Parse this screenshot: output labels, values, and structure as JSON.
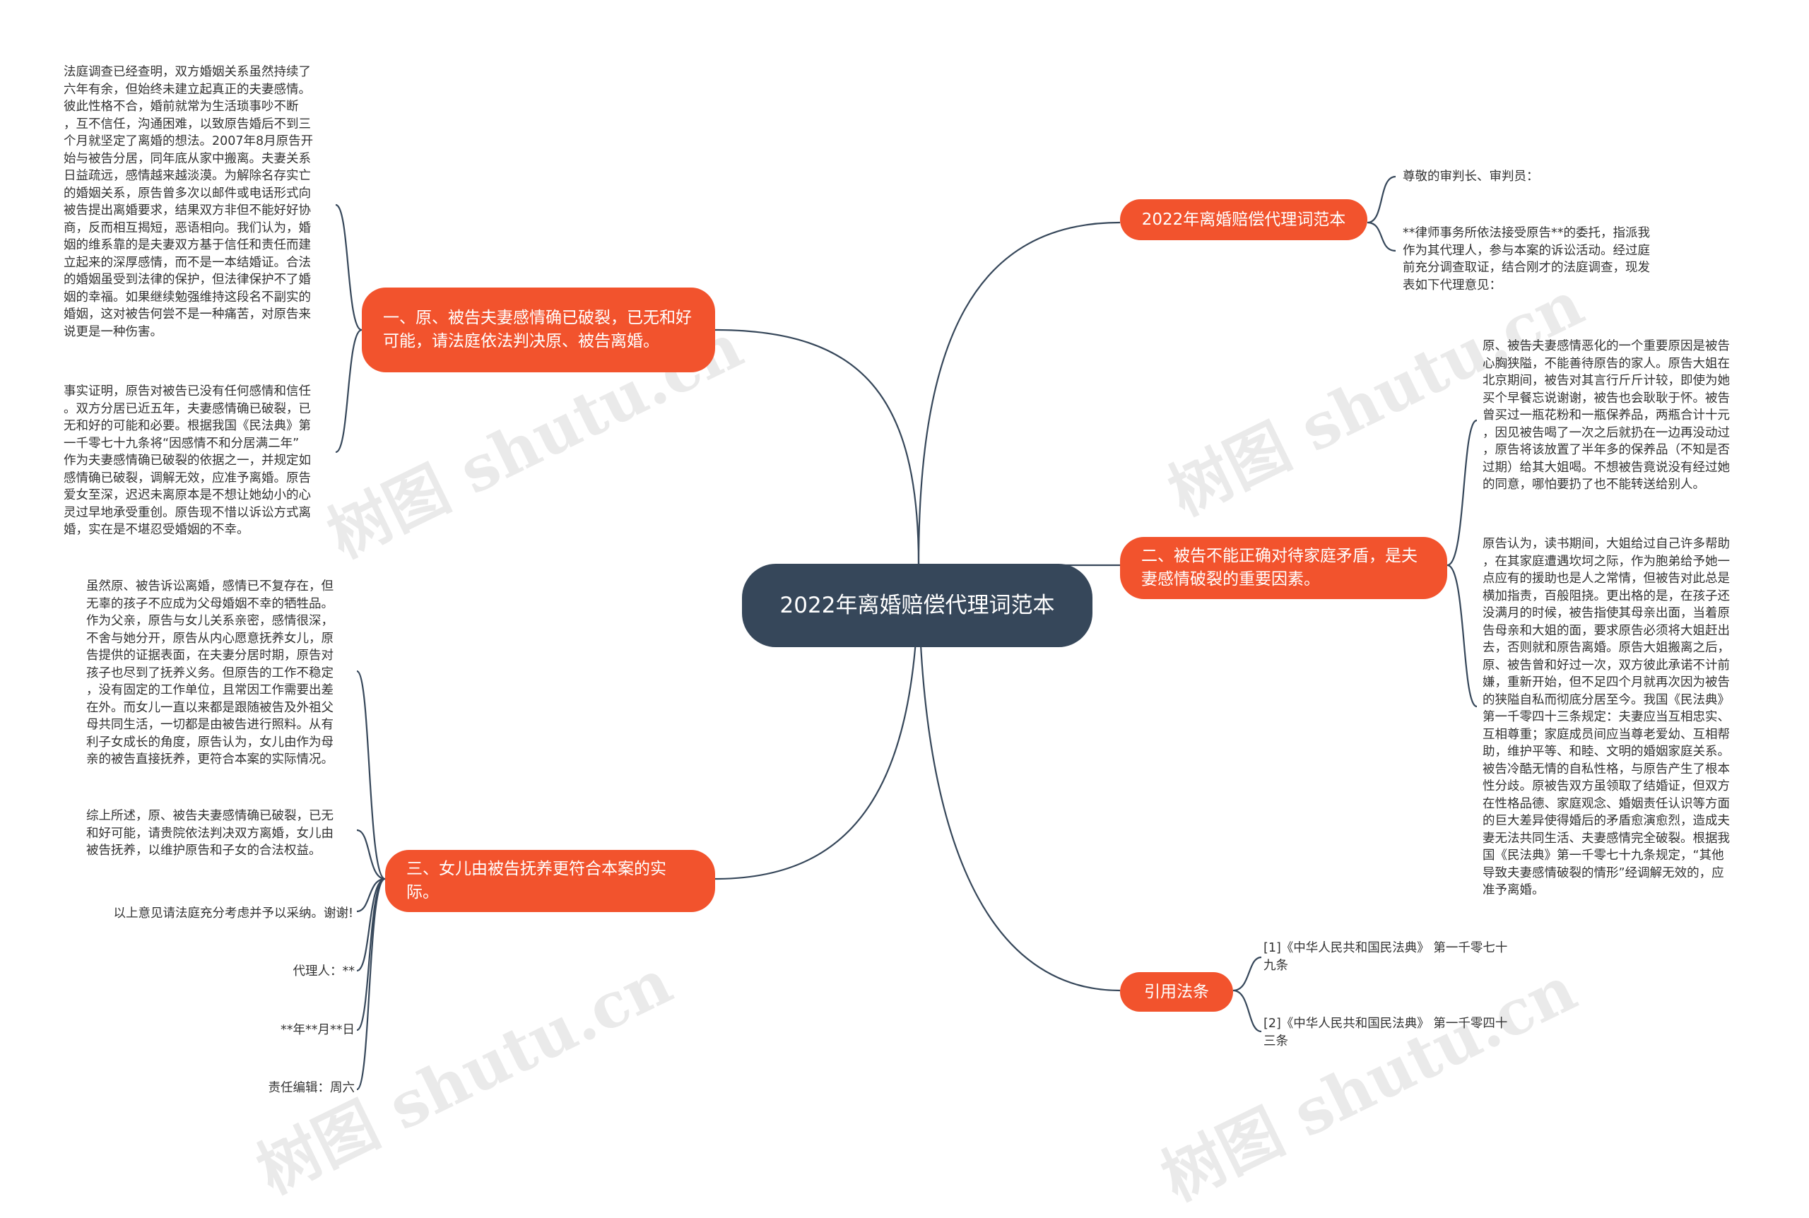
{
  "colors": {
    "center": "#36475a",
    "branch": "#f2532d",
    "line": "#36475a",
    "leaf_text": "#333333"
  },
  "center": {
    "title": "2022年离婚赔偿代理词范本"
  },
  "branches": {
    "b1": {
      "label": "2022年离婚赔偿代理词范本"
    },
    "b2": {
      "label": "二、被告不能正确对待家庭矛盾，是夫妻感情破裂的重要因素。"
    },
    "b3": {
      "label": "引用法条"
    },
    "b4": {
      "label": "一、原、被告夫妻感情确已破裂，已无和好可能，请法庭依法判决原、被告离婚。"
    },
    "b5": {
      "label": "三、女儿由被告抚养更符合本案的实际。"
    }
  },
  "leaves": {
    "b1_1": "尊敬的审判长、审判员：",
    "b1_2": "**律师事务所依法接受原告**的委托，指派我\n作为其代理人，参与本案的诉讼活动。经过庭\n前充分调查取证，结合刚才的法庭调查，现发\n表如下代理意见：",
    "b2_1": "原、被告夫妻感情恶化的一个重要原因是被告\n心胸狭隘，不能善待原告的家人。原告大姐在\n北京期间，被告对其言行斤斤计较，即使为她\n买个早餐忘说谢谢，被告也会耿耿于怀。被告\n曾买过一瓶花粉和一瓶保养品，两瓶合计十元\n，因见被告喝了一次之后就扔在一边再没动过\n，原告将该放置了半年多的保养品（不知是否\n过期）给其大姐喝。不想被告竟说没有经过她\n的同意，哪怕要扔了也不能转送给别人。",
    "b2_2": "原告认为，读书期间，大姐给过自己许多帮助\n，在其家庭遭遇坎坷之际，作为胞弟给予她一\n点应有的援助也是人之常情，但被告对此总是\n横加指责，百般阻挠。更出格的是，在孩子还\n没满月的时候，被告指使其母亲出面，当着原\n告母亲和大姐的面，要求原告必须将大姐赶出\n去，否则就和原告离婚。原告大姐搬离之后，\n原、被告曾和好过一次，双方彼此承诺不计前\n嫌，重新开始，但不足四个月就再次因为被告\n的狭隘自私而彻底分居至今。我国《民法典》\n第一千零四十三条规定：夫妻应当互相忠实、\n互相尊重；家庭成员间应当尊老爱幼、互相帮\n助，维护平等、和睦、文明的婚姻家庭关系。\n被告冷酷无情的自私性格，与原告产生了根本\n性分歧。原被告双方虽领取了结婚证，但双方\n在性格品德、家庭观念、婚姻责任认识等方面\n的巨大差异使得婚后的矛盾愈演愈烈，造成夫\n妻无法共同生活、夫妻感情完全破裂。根据我\n国《民法典》第一千零七十九条规定，“其他\n导致夫妻感情破裂的情形”经调解无效的，应\n准予离婚。",
    "b3_1": "[1]《中华人民共和国民法典》 第一千零七十\n九条",
    "b3_2": "[2]《中华人民共和国民法典》 第一千零四十\n三条",
    "b4_1": "法庭调查已经查明，双方婚姻关系虽然持续了\n六年有余，但始终未建立起真正的夫妻感情。\n彼此性格不合，婚前就常为生活琐事吵不断\n，互不信任，沟通困难，以致原告婚后不到三\n个月就坚定了离婚的想法。2007年8月原告开\n始与被告分居，同年底从家中搬离。夫妻关系\n日益疏远，感情越来越淡漠。为解除名存实亡\n的婚姻关系，原告曾多次以邮件或电话形式向\n被告提出离婚要求，结果双方非但不能好好协\n商，反而相互揭短，恶语相向。我们认为，婚\n姻的维系靠的是夫妻双方基于信任和责任而建\n立起来的深厚感情，而不是一本结婚证。合法\n的婚姻虽受到法律的保护，但法律保护不了婚\n姻的幸福。如果继续勉强维持这段名不副实的\n婚姻，这对被告何尝不是一种痛苦，对原告来\n说更是一种伤害。",
    "b4_2": "事实证明，原告对被告已没有任何感情和信任\n。双方分居已近五年，夫妻感情确已破裂，已\n无和好的可能和必要。根据我国《民法典》第\n一千零七十九条将“因感情不和分居满二年”\n作为夫妻感情确已破裂的依据之一，并规定如\n感情确已破裂，调解无效，应准予离婚。原告\n爱女至深，迟迟未离原本是不想让她幼小的心\n灵过早地承受重创。原告现不惜以诉讼方式离\n婚，实在是不堪忍受婚姻的不幸。",
    "b5_1": "虽然原、被告诉讼离婚，感情已不复存在，但\n无辜的孩子不应成为父母婚姻不幸的牺牲品。\n作为父亲，原告与女儿关系亲密，感情很深，\n不舍与她分开，原告从内心愿意抚养女儿，原\n告提供的证据表面，在夫妻分居时期，原告对\n孩子也尽到了抚养义务。但原告的工作不稳定\n，没有固定的工作单位，且常因工作需要出差\n在外。而女儿一直以来都是跟随被告及外祖父\n母共同生活，一切都是由被告进行照料。从有\n利子女成长的角度，原告认为，女儿由作为母\n亲的被告直接抚养，更符合本案的实际情况。",
    "b5_2": "综上所述，原、被告夫妻感情确已破裂，已无\n和好可能，请贵院依法判决双方离婚，女儿由\n被告抚养，以维护原告和子女的合法权益。",
    "b5_3": "以上意见请法庭充分考虑并予以采纳。谢谢!",
    "b5_4": "代理人：**",
    "b5_5": "**年**月**日",
    "b5_6": "责任编辑：周六"
  }
}
